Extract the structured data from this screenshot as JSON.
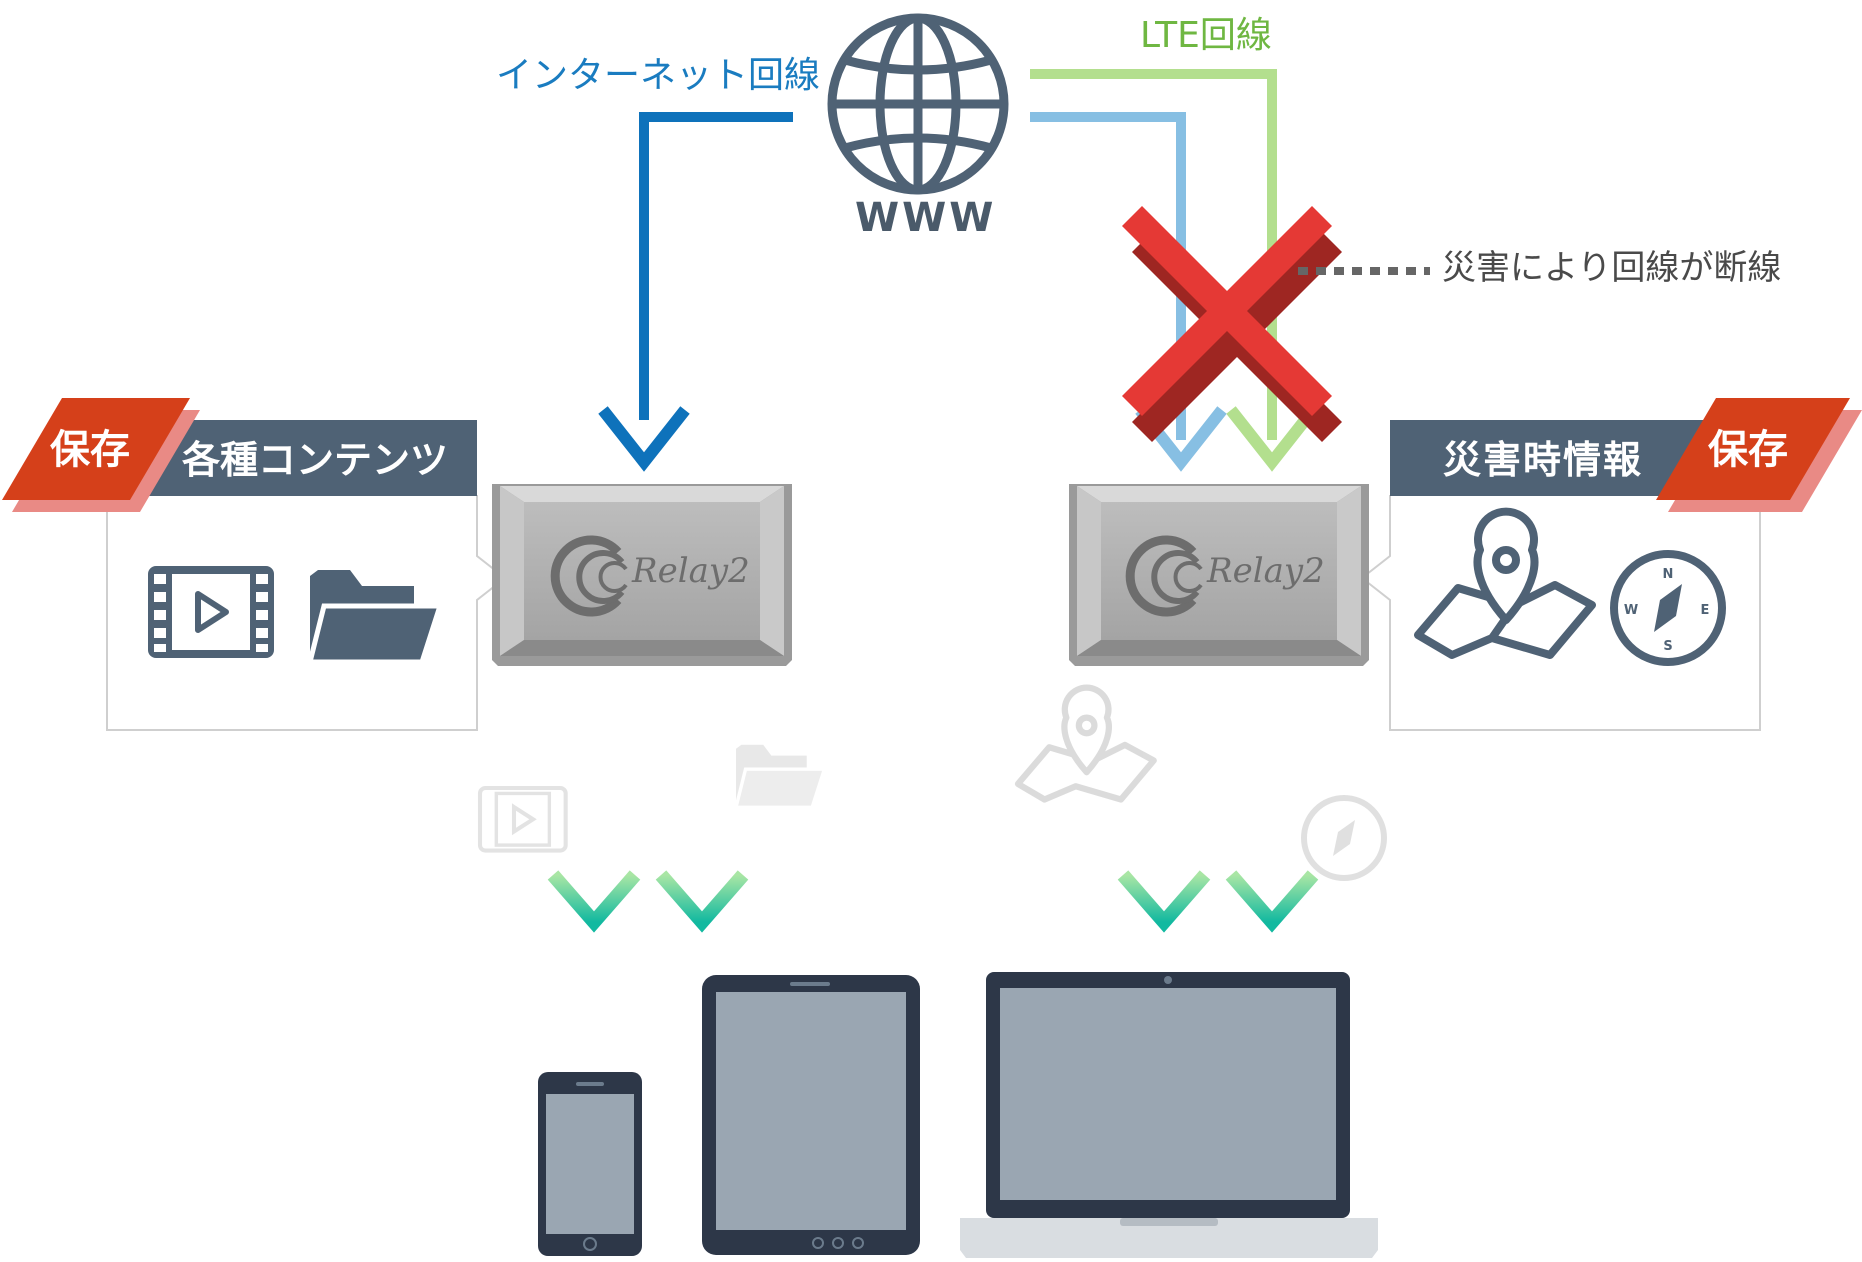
{
  "labels": {
    "internet_line": "インターネット回線",
    "lte_line": "LTE回線",
    "www": "WWW",
    "line_cut": "災害により回線が断線",
    "contents": "各種コンテンツ",
    "disaster_info": "災害時情報",
    "save_left": "保存",
    "save_right": "保存",
    "device_left": "Relay2",
    "device_right": "Relay2"
  },
  "compass_letters": {
    "n": "N",
    "s": "S",
    "e": "E",
    "w": "W"
  },
  "colors": {
    "internet": "#0e72bb",
    "internet_light": "#87bfe3",
    "lte": "#b3df8e",
    "lte_text": "#6fb742",
    "cross": "#e53935",
    "label_bar": "#4f6275",
    "save_tag": "#d5401a",
    "save_shadow": "#e98a85",
    "device_gray": "#b5b5b5",
    "icon_dark": "#4f6275",
    "screen": "#9aa6b2",
    "teal_arrow": "#1dbf9c"
  }
}
